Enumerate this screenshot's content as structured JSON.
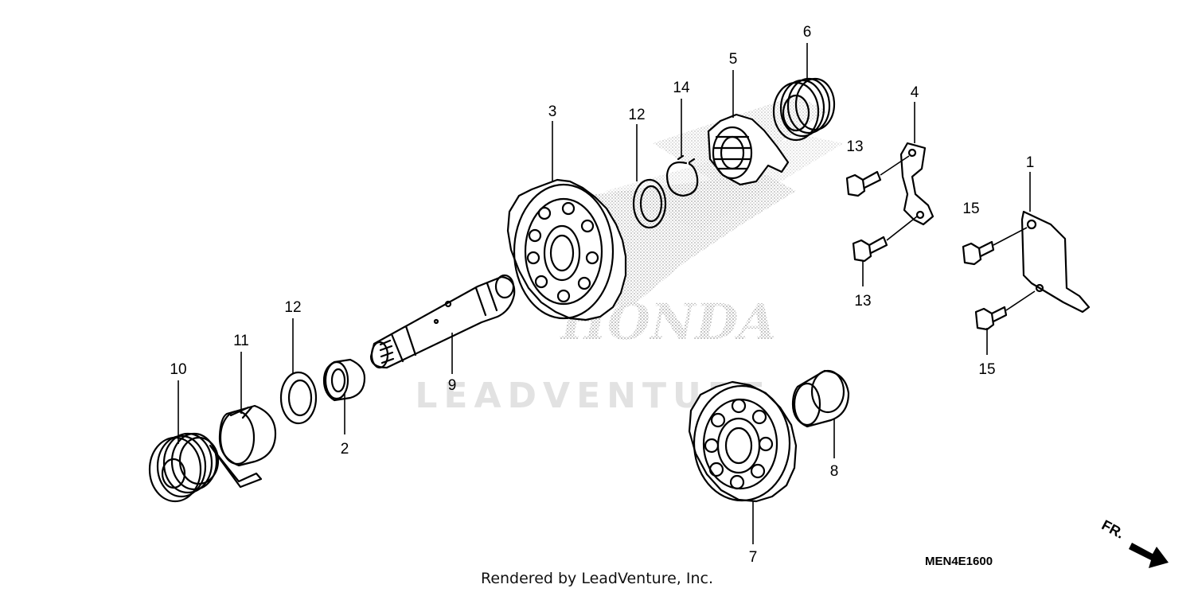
{
  "diagram": {
    "diagram_code": "MEN4E1600",
    "credit": "Rendered by LeadVenture, Inc.",
    "watermark": {
      "brand": "HONDA",
      "publisher": "LEADVENTURE"
    },
    "direction_marker": "FR.",
    "callouts": [
      {
        "id": "1",
        "label": "1"
      },
      {
        "id": "2",
        "label": "2"
      },
      {
        "id": "3",
        "label": "3"
      },
      {
        "id": "4",
        "label": "4"
      },
      {
        "id": "5",
        "label": "5"
      },
      {
        "id": "6",
        "label": "6"
      },
      {
        "id": "7",
        "label": "7"
      },
      {
        "id": "8",
        "label": "8"
      },
      {
        "id": "9",
        "label": "9"
      },
      {
        "id": "10",
        "label": "10"
      },
      {
        "id": "11",
        "label": "11"
      },
      {
        "id": "12a",
        "label": "12"
      },
      {
        "id": "12b",
        "label": "12"
      },
      {
        "id": "13a",
        "label": "13"
      },
      {
        "id": "13b",
        "label": "13"
      },
      {
        "id": "14",
        "label": "14"
      },
      {
        "id": "15a",
        "label": "15"
      },
      {
        "id": "15b",
        "label": "15"
      }
    ]
  }
}
